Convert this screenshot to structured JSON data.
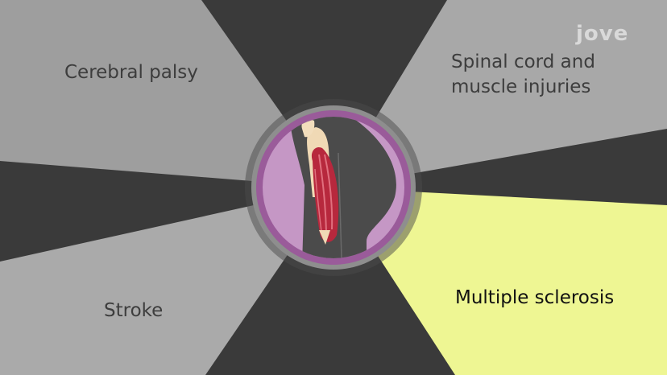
{
  "segments": [
    {
      "label": "Cerebral palsy",
      "color": "#9e9e9e"
    },
    {
      "label_lines": [
        "Spinal cord and",
        "muscle injuries"
      ],
      "color": "#a8a8a8"
    },
    {
      "label": "Stroke",
      "color": "#aaaaaa"
    },
    {
      "label": "Multiple sclerosis",
      "color": "#eef693"
    }
  ],
  "background_color": "#3a3a3a",
  "center_ring_color": "#9a5b9a",
  "center_fill_color": "#c597c5",
  "logo": "jove",
  "center_image": "arm-muscle-illustration"
}
